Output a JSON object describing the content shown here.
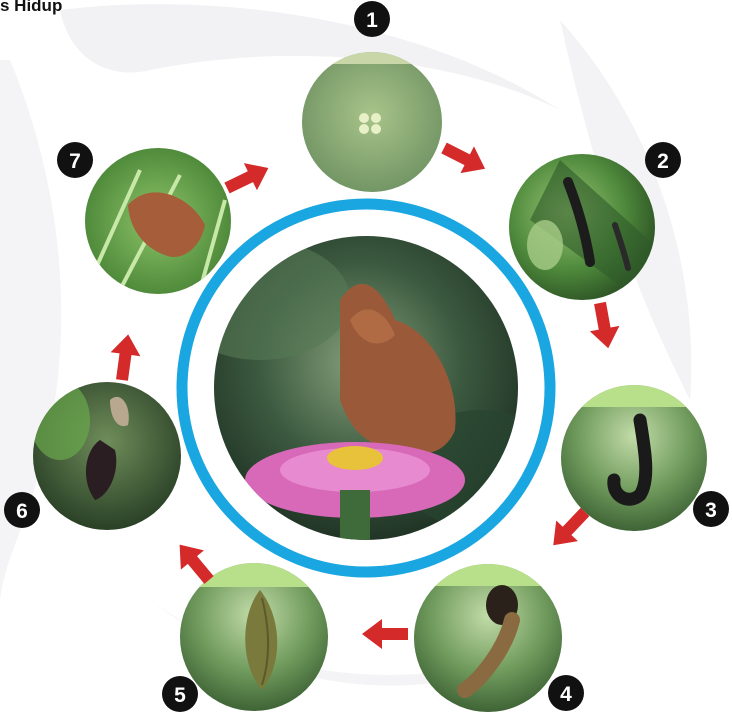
{
  "title": "s Hidup",
  "stages": [
    {
      "number": "1",
      "photo": "butterfly-eggs-on-leaf"
    },
    {
      "number": "2",
      "photo": "young-caterpillar-on-leaf"
    },
    {
      "number": "3",
      "photo": "caterpillar-hanging-j-shape"
    },
    {
      "number": "4",
      "photo": "prepupa-forming"
    },
    {
      "number": "5",
      "photo": "chrysalis-pupa"
    },
    {
      "number": "6",
      "photo": "butterfly-emerging"
    },
    {
      "number": "7",
      "photo": "adult-butterfly-on-grass"
    }
  ],
  "center": {
    "photo": "dead-leaf-butterfly-on-pink-zinnia",
    "ring_color": "#1aa6e0"
  },
  "colors": {
    "arrow": "#d42a2a",
    "badge": "#111111",
    "background_shape": "#f3f3f5"
  }
}
